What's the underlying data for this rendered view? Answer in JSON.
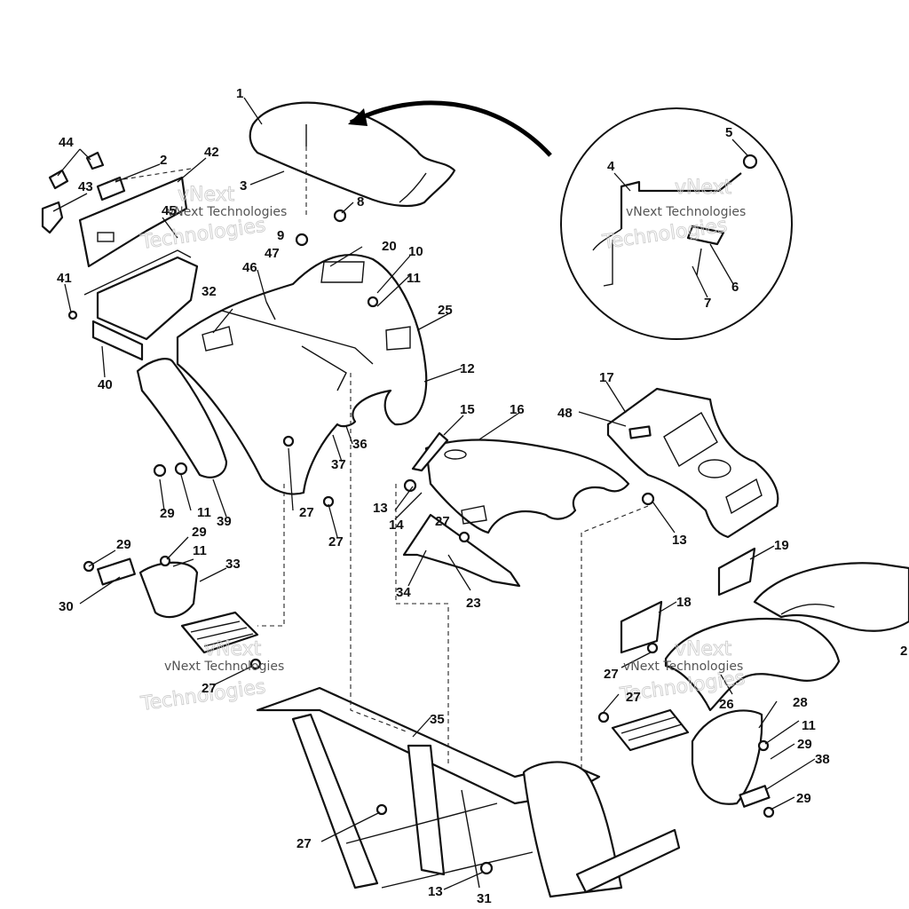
{
  "watermark": {
    "line1": "vNext",
    "line2": "Technologies",
    "inline": "vNext Technologies"
  },
  "callouts": [
    {
      "id": "1",
      "text": "1"
    },
    {
      "id": "2",
      "text": "2"
    },
    {
      "id": "3",
      "text": "3"
    },
    {
      "id": "4",
      "text": "4"
    },
    {
      "id": "5",
      "text": "5"
    },
    {
      "id": "6",
      "text": "6"
    },
    {
      "id": "7",
      "text": "7"
    },
    {
      "id": "8",
      "text": "8"
    },
    {
      "id": "9",
      "text": "9"
    },
    {
      "id": "10",
      "text": "10"
    },
    {
      "id": "11a",
      "text": "11"
    },
    {
      "id": "11b",
      "text": "11"
    },
    {
      "id": "11c",
      "text": "11"
    },
    {
      "id": "11d",
      "text": "11"
    },
    {
      "id": "12",
      "text": "12"
    },
    {
      "id": "13a",
      "text": "13"
    },
    {
      "id": "13b",
      "text": "13"
    },
    {
      "id": "13c",
      "text": "13"
    },
    {
      "id": "14",
      "text": "14"
    },
    {
      "id": "15",
      "text": "15"
    },
    {
      "id": "16",
      "text": "16"
    },
    {
      "id": "17",
      "text": "17"
    },
    {
      "id": "18",
      "text": "18"
    },
    {
      "id": "19",
      "text": "19"
    },
    {
      "id": "20",
      "text": "20"
    },
    {
      "id": "23",
      "text": "23"
    },
    {
      "id": "25",
      "text": "25"
    },
    {
      "id": "26",
      "text": "26"
    },
    {
      "id": "27a",
      "text": "27"
    },
    {
      "id": "27b",
      "text": "27"
    },
    {
      "id": "27c",
      "text": "27"
    },
    {
      "id": "27d",
      "text": "27"
    },
    {
      "id": "27e",
      "text": "27"
    },
    {
      "id": "27f",
      "text": "27"
    },
    {
      "id": "27g",
      "text": "27"
    },
    {
      "id": "28",
      "text": "28"
    },
    {
      "id": "29a",
      "text": "29"
    },
    {
      "id": "29b",
      "text": "29"
    },
    {
      "id": "29c",
      "text": "29"
    },
    {
      "id": "29d",
      "text": "29"
    },
    {
      "id": "29e",
      "text": "29"
    },
    {
      "id": "30",
      "text": "30"
    },
    {
      "id": "31",
      "text": "31"
    },
    {
      "id": "32",
      "text": "32"
    },
    {
      "id": "33",
      "text": "33"
    },
    {
      "id": "34",
      "text": "34"
    },
    {
      "id": "35",
      "text": "35"
    },
    {
      "id": "36",
      "text": "36"
    },
    {
      "id": "37",
      "text": "37"
    },
    {
      "id": "38",
      "text": "38"
    },
    {
      "id": "39",
      "text": "39"
    },
    {
      "id": "40",
      "text": "40"
    },
    {
      "id": "41",
      "text": "41"
    },
    {
      "id": "42",
      "text": "42"
    },
    {
      "id": "43",
      "text": "43"
    },
    {
      "id": "44",
      "text": "44"
    },
    {
      "id": "45",
      "text": "45"
    },
    {
      "id": "46",
      "text": "46"
    },
    {
      "id": "47",
      "text": "47"
    },
    {
      "id": "48",
      "text": "48"
    },
    {
      "id": "21",
      "text": "2"
    }
  ]
}
